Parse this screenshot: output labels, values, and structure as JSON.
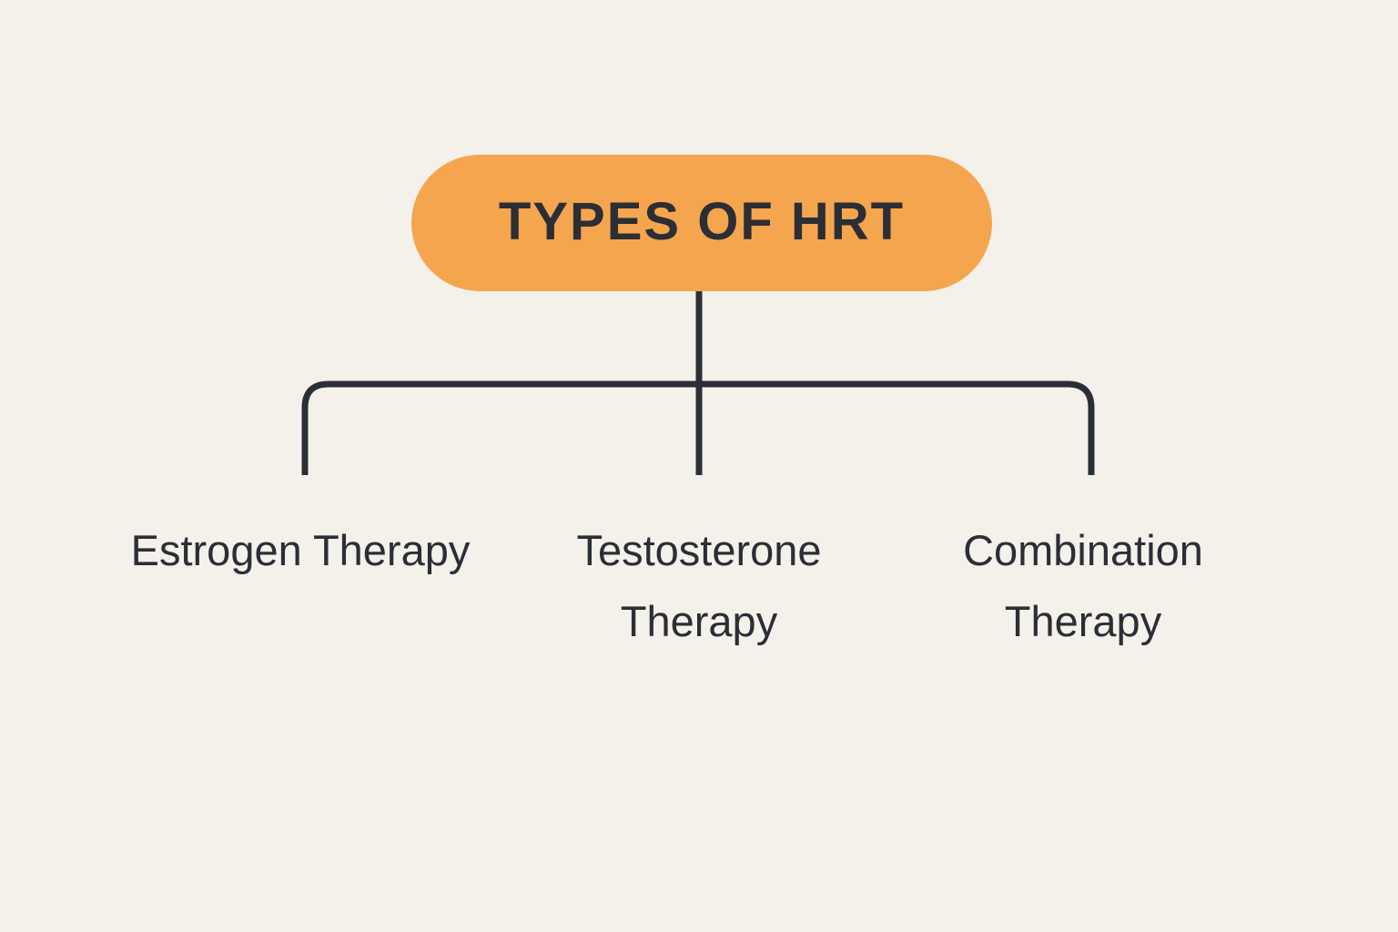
{
  "diagram": {
    "title": "TYPES OF HRT",
    "branches": [
      {
        "label": "Estrogen Therapy"
      },
      {
        "label": "Testosterone Therapy"
      },
      {
        "label": "Combination Therapy"
      }
    ]
  },
  "colors": {
    "background": "#f4f1ea",
    "node_fill": "#f6a54f",
    "line_and_text": "#2b2e35"
  }
}
